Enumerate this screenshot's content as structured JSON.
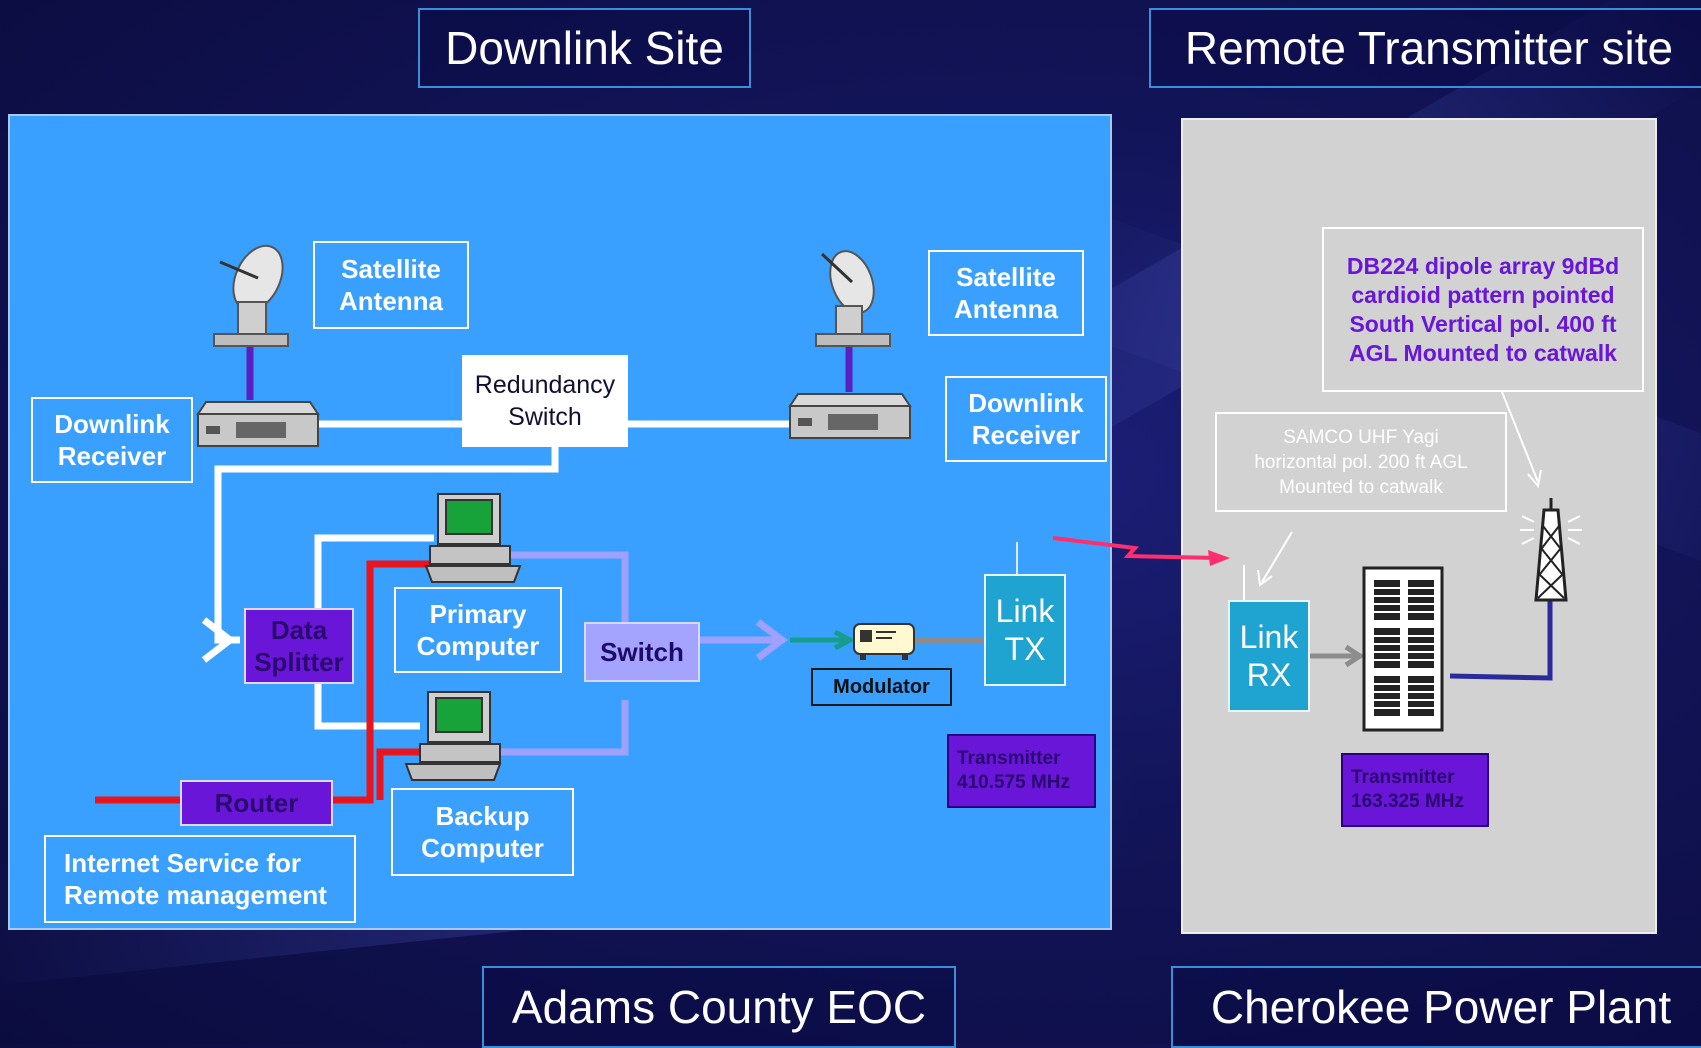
{
  "titles": {
    "downlink_site": "Downlink Site",
    "remote_transmitter_site": "Remote Transmitter site",
    "adams": "Adams County EOC",
    "cherokee": "Cherokee Power Plant"
  },
  "labels": {
    "sat_antenna": "Satellite Antenna",
    "downlink_receiver": "Downlink Receiver",
    "redundancy_switch": "Redundancy Switch",
    "data_splitter": "Data Splitter",
    "primary_computer": "Primary Computer",
    "backup_computer": "Backup Computer",
    "switch": "Switch",
    "modulator": "Modulator",
    "link_tx": "Link TX",
    "link_rx": "Link RX",
    "router": "Router",
    "internet": "Internet Service for Remote management",
    "transmitter_local": "Transmitter 410.575 MHz",
    "transmitter_remote": "Transmitter 163.325 MHz",
    "db224": "DB224 dipole array 9dBd cardioid pattern pointed South Vertical pol.  400 ft AGL Mounted to catwalk",
    "samco": "SAMCO UHF Yagi horizontal pol. 200 ft AGL Mounted to catwalk"
  },
  "colors": {
    "panel_blue": "#3aa0ff",
    "panel_gray": "#d2d2d2",
    "purple": "#6a16d8",
    "link_teal": "#1fa3d0",
    "red_line": "#e8141e",
    "switch_line": "#9c9cff",
    "db224_text": "#6a16d8"
  },
  "icons": [
    "satellite-dish-icon",
    "receiver-box-icon",
    "computer-icon",
    "modulator-icon",
    "transmitter-rack-icon",
    "tower-icon"
  ]
}
